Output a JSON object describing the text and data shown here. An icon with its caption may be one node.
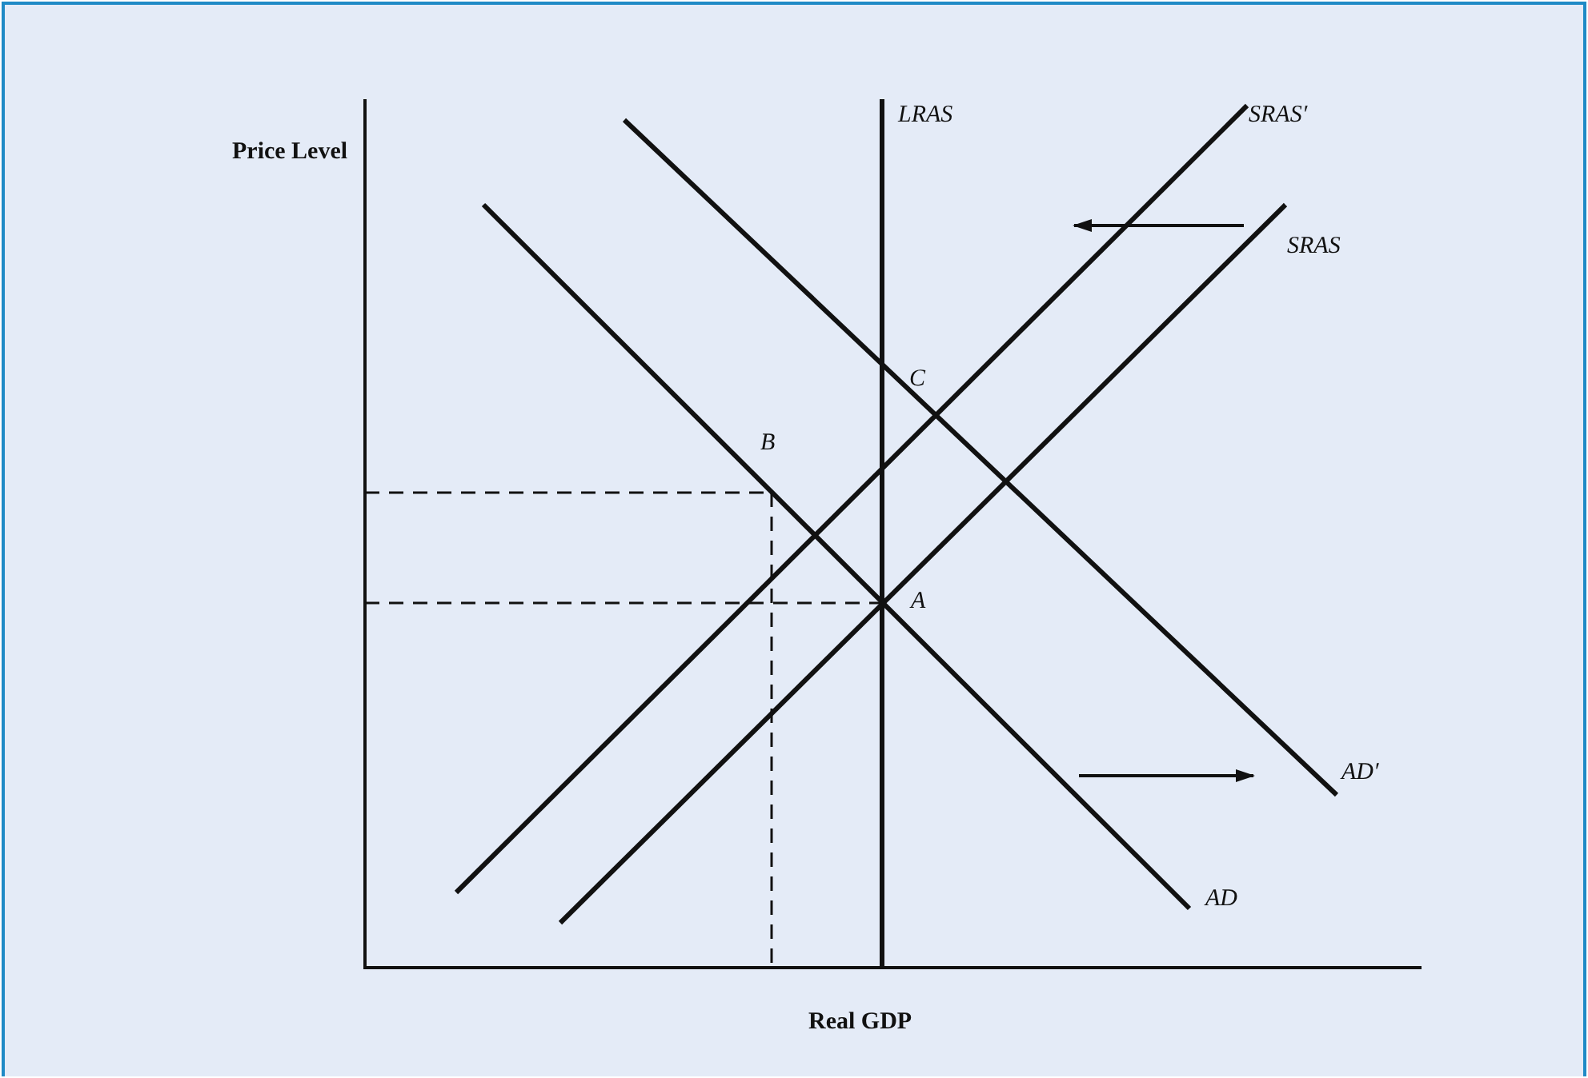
{
  "diagram": {
    "labels": [
      "Price Level",
      "Real GDP",
      "LRAS",
      "SRAS′",
      "SRAS",
      "C",
      "B",
      "A",
      "AD′",
      "AD"
    ]
  }
}
